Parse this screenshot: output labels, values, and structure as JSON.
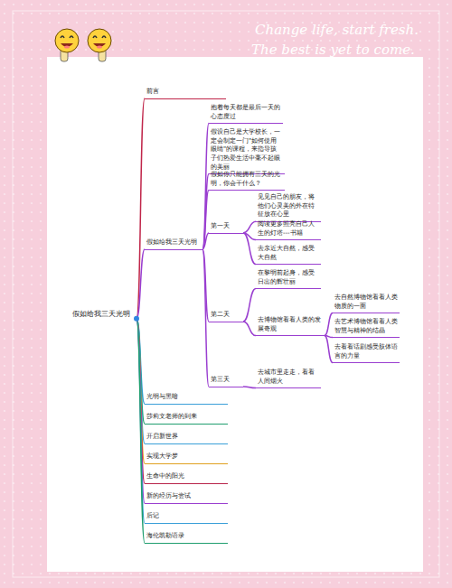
{
  "diagram": {
    "nodes": [
      {
        "text": [
          "假如给我三天光明"
        ]
      },
      {
        "text": [
          "前言"
        ]
      },
      {
        "text": [
          "假如给我三天光明"
        ]
      },
      {
        "text": [
          "抱着每天都是最后一天的心态度过"
        ]
      },
      {
        "text": [
          "假设自己是大学校长，一定会制定一门\"如何使用眼睛\"的课程，来指导孩子们热爱生活中毫不起眼的美丽"
        ]
      },
      {
        "text": [
          "假如你只能拥有三天的光明，你会干什么？"
        ]
      },
      {
        "text": [
          "第一天"
        ]
      },
      {
        "text": [
          "见见自己的朋友，将他们心灵美的外在特征放在心里"
        ]
      },
      {
        "text": [
          "阅读更多照亮自己人生的灯塔---书籍"
        ]
      },
      {
        "text": [
          "去亲近大自然，感受大自然"
        ]
      },
      {
        "text": [
          "第二天"
        ]
      },
      {
        "text": [
          "在黎明前起身，感受日出的辉壮丽"
        ]
      },
      {
        "text": [
          "去博物馆看看人类的发展奇观"
        ]
      },
      {
        "text": [
          "去自然博物馆看看人类物质的一面"
        ]
      },
      {
        "text": [
          "去艺术博物馆看看人类智慧与精神的结晶"
        ]
      },
      {
        "text": [
          "去看看话剧感受肢体语言的力量"
        ]
      },
      {
        "text": [
          "第三天"
        ]
      },
      {
        "text": [
          "去城市里走走，看看人间烟火"
        ]
      },
      {
        "text": [
          "光明与黑暗"
        ]
      },
      {
        "text": [
          "莎莉文老师的到来"
        ]
      },
      {
        "text": [
          "开启新世界"
        ]
      },
      {
        "text": [
          "实现大学梦"
        ]
      },
      {
        "text": [
          "生命中的阳光"
        ]
      },
      {
        "text": [
          "新的经历与尝试"
        ]
      },
      {
        "text": [
          "后记"
        ]
      },
      {
        "text": [
          "海伦凯勒语录"
        ]
      }
    ],
    "edges": [
      {
        "from": 0,
        "to": 1,
        "arrow": "none"
      },
      {
        "from": 0,
        "to": 2,
        "arrow": "none"
      },
      {
        "from": 2,
        "to": 3,
        "arrow": "none"
      },
      {
        "from": 2,
        "to": 4,
        "arrow": "none"
      },
      {
        "from": 2,
        "to": 5,
        "arrow": "none"
      },
      {
        "from": 2,
        "to": 6,
        "arrow": "none"
      },
      {
        "from": 6,
        "to": 7,
        "arrow": "none"
      },
      {
        "from": 6,
        "to": 8,
        "arrow": "none"
      },
      {
        "from": 6,
        "to": 9,
        "arrow": "none"
      },
      {
        "from": 2,
        "to": 10,
        "arrow": "none"
      },
      {
        "from": 10,
        "to": 11,
        "arrow": "none"
      },
      {
        "from": 10,
        "to": 12,
        "arrow": "none"
      },
      {
        "from": 12,
        "to": 13,
        "arrow": "none"
      },
      {
        "from": 12,
        "to": 14,
        "arrow": "none"
      },
      {
        "from": 12,
        "to": 15,
        "arrow": "none"
      },
      {
        "from": 2,
        "to": 16,
        "arrow": "none"
      },
      {
        "from": 16,
        "to": 17,
        "arrow": "none"
      },
      {
        "from": 0,
        "to": 18,
        "arrow": "none"
      },
      {
        "from": 0,
        "to": 19,
        "arrow": "none"
      },
      {
        "from": 0,
        "to": 20,
        "arrow": "none"
      },
      {
        "from": 0,
        "to": 21,
        "arrow": "none"
      },
      {
        "from": 0,
        "to": 22,
        "arrow": "none"
      },
      {
        "from": 0,
        "to": 23,
        "arrow": "none"
      },
      {
        "from": 0,
        "to": 24,
        "arrow": "none"
      },
      {
        "from": 0,
        "to": 25,
        "arrow": "none"
      }
    ],
    "labels": [
      "Change life, start fresh.",
      "The best is yet to come."
    ]
  }
}
